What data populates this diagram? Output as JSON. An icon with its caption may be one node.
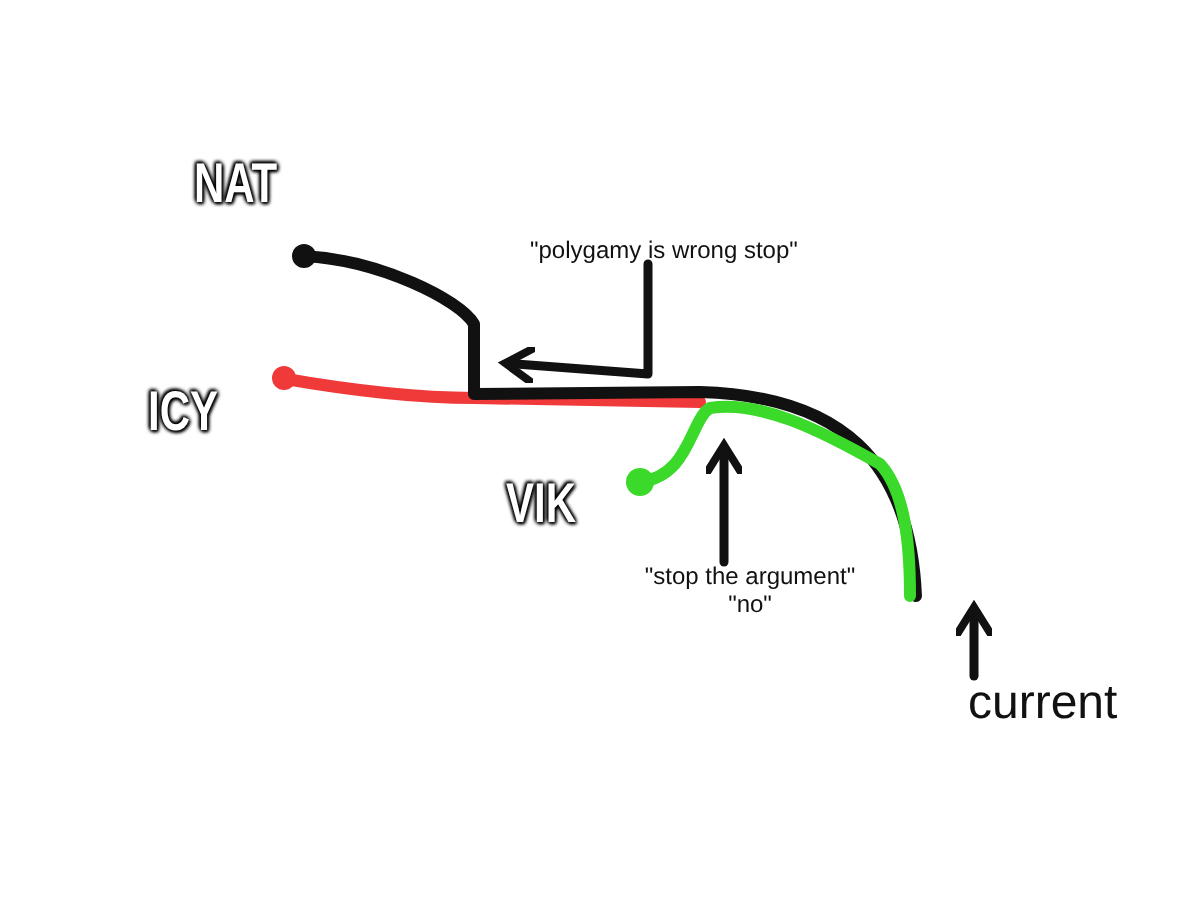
{
  "diagram": {
    "nodes": [
      {
        "text": [
          "\"polygamy is wrong stop\""
        ]
      },
      {
        "text": [
          "\"stop the argument\"",
          "\"no\""
        ]
      },
      {
        "text": [
          "current"
        ]
      }
    ],
    "edges": [
      {
        "from": 0,
        "to": null,
        "arrow": "to"
      },
      {
        "from": 1,
        "to": null,
        "arrow": "to"
      },
      {
        "from": 2,
        "to": null,
        "arrow": "to"
      }
    ],
    "labels": [
      "NAT",
      "ICY",
      "VIK"
    ]
  }
}
